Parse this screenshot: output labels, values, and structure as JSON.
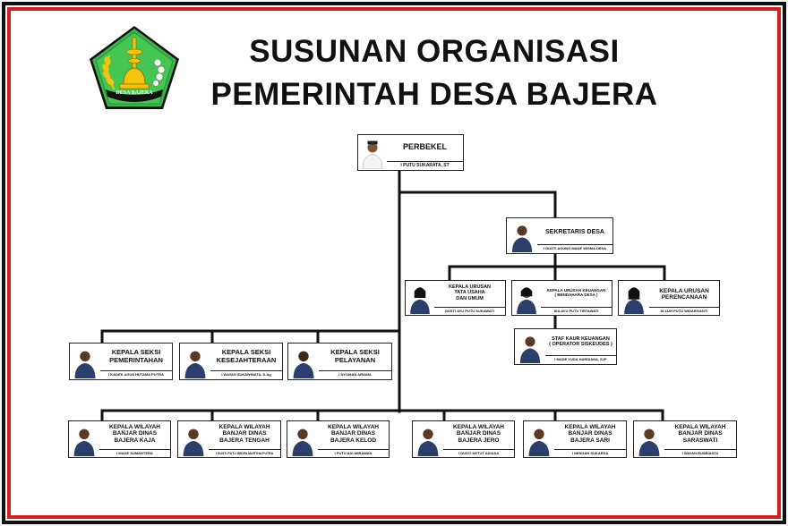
{
  "header": {
    "title_line1": "SUSUNAN ORGANISASI",
    "title_line2": "PEMERINTAH DESA BAJERA",
    "logo_text": "DESA BAJERA"
  },
  "colors": {
    "border_outer": "#111111",
    "border_inner": "#d81d1d",
    "logo_green": "#3cb84a",
    "logo_gold": "#f2c40e",
    "uniform": "#2a3f6b"
  },
  "chart": {
    "perbekel": {
      "role": "PERBEKEL",
      "name": "I PUTU SUKARATA, ST"
    },
    "sekretaris": {
      "role": "SEKRETARIS DESA",
      "name": "I GUSTI AGUNG MADE WISMA DESA"
    },
    "urusan": [
      {
        "role": "KEPALA URUSAN\nTATA USAHA\nDAN UMUM",
        "name": "GUSTI AYU PUTU SUKAWATI"
      },
      {
        "role": "KEPALA URUSAN KEUANGAN\n( BENDAHARA DESA )",
        "name": "IDA AYU PUTU TIRTAWATI"
      },
      {
        "role": "KEPALA URUSAN\nPERENCANAAN",
        "name": "NI LUH PUTU WIDARIYANTI"
      }
    ],
    "staf": {
      "role": "STAF KAUR KEUANGAN\n( OPERATOR SISKEUDES )",
      "name": "I MADE YUDA HARDIANA, SJP"
    },
    "seksi": [
      {
        "role": "KEPALA SEKSI\nPEMERINTAHAN",
        "name": "I KADEK AGUS HUTAMA PUTRA"
      },
      {
        "role": "KEPALA SEKSI\nKESEJAHTERAAN",
        "name": "I WAYAN SUKAWINATA, S.Ag"
      },
      {
        "role": "KEPALA SEKSI\nPELAYANAN",
        "name": "I NYOMAN ARIANA"
      }
    ],
    "wilayah": [
      {
        "role": "KEPALA WILAYAH\nBANJAR DINAS\nBAJERA KAJA",
        "name": "I MADE SUMANTERA"
      },
      {
        "role": "KEPALA WILAYAH\nBANJAR DINAS\nBAJERA TENGAH",
        "name": "I GUSTI PUTU WIDPA MARTHA PUTRA"
      },
      {
        "role": "KEPALA WILAYAH\nBANJAR DINAS\nBAJERA KELOD",
        "name": "I PUTU ADI WIRAWAN"
      },
      {
        "role": "KEPALA WILAYAH\nBANJAR DINAS\nBAJERA JERO",
        "name": "I GUSTI KETUT ADIASA"
      },
      {
        "role": "KEPALA WILAYAH\nBANJAR DINAS\nBAJERA SARI",
        "name": "I NENGAH SUKARSA"
      },
      {
        "role": "KEPALA WILAYAH\nBANJAR DINAS\nSARASWATI",
        "name": "I WAYAN RUSBIANTA"
      }
    ]
  }
}
